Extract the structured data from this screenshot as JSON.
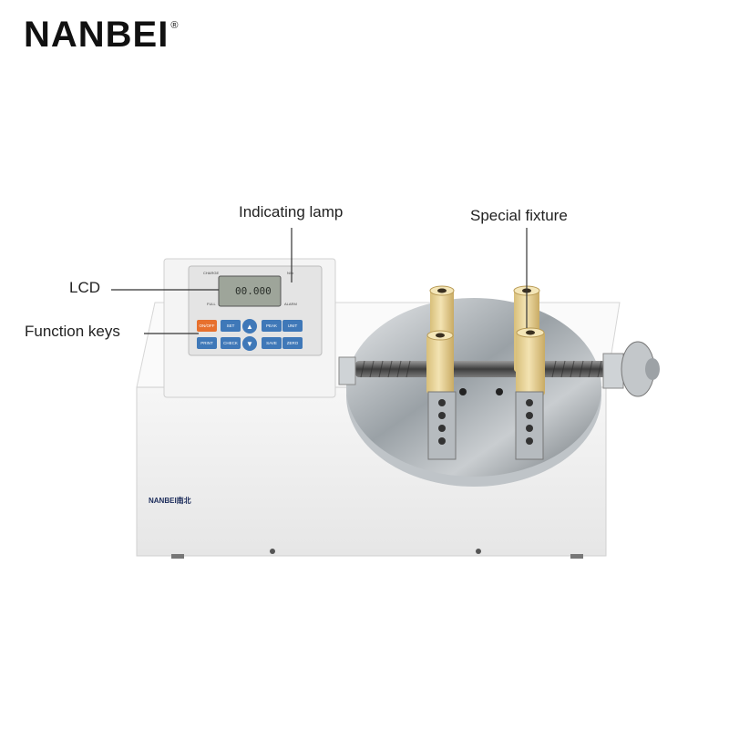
{
  "brand": {
    "name": "NANBEI",
    "registered": "®"
  },
  "callouts": {
    "indicating_lamp": "Indicating lamp",
    "special_fixture": "Special fixture",
    "lcd": "LCD",
    "function_keys": "Function keys"
  },
  "panel": {
    "label_charge": "CHARGE",
    "label_full": "FULL",
    "label_n": "N/lb",
    "label_alarm": "ALARM",
    "lcd_reading": "00.000",
    "keys_row1": [
      "ON/OFF",
      "SET",
      "",
      "PEAK",
      "UNIT"
    ],
    "keys_row2": [
      "PRINT",
      "CHECK",
      "",
      "SAVE",
      "ZERO"
    ]
  },
  "body_brand": "NANBEI南北",
  "colors": {
    "body": "#f1f1f1",
    "key_orange": "#e7702d",
    "key_blue": "#3f78b8",
    "fixture": "#e6cf8e"
  }
}
